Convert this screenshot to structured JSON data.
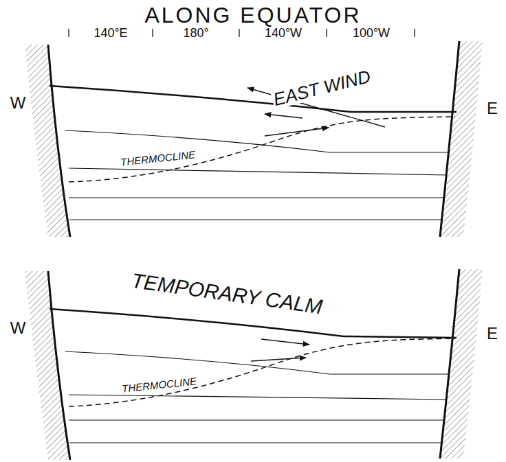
{
  "diagram": {
    "title": "ALONG EQUATOR",
    "labels": [
      "140°E",
      "180°",
      "140°W",
      "100°W",
      "W",
      "E",
      "EAST WIND",
      "THERMOCLINE",
      "W",
      "E",
      "TEMPORARY CALM",
      "THERMOCLINE"
    ]
  }
}
